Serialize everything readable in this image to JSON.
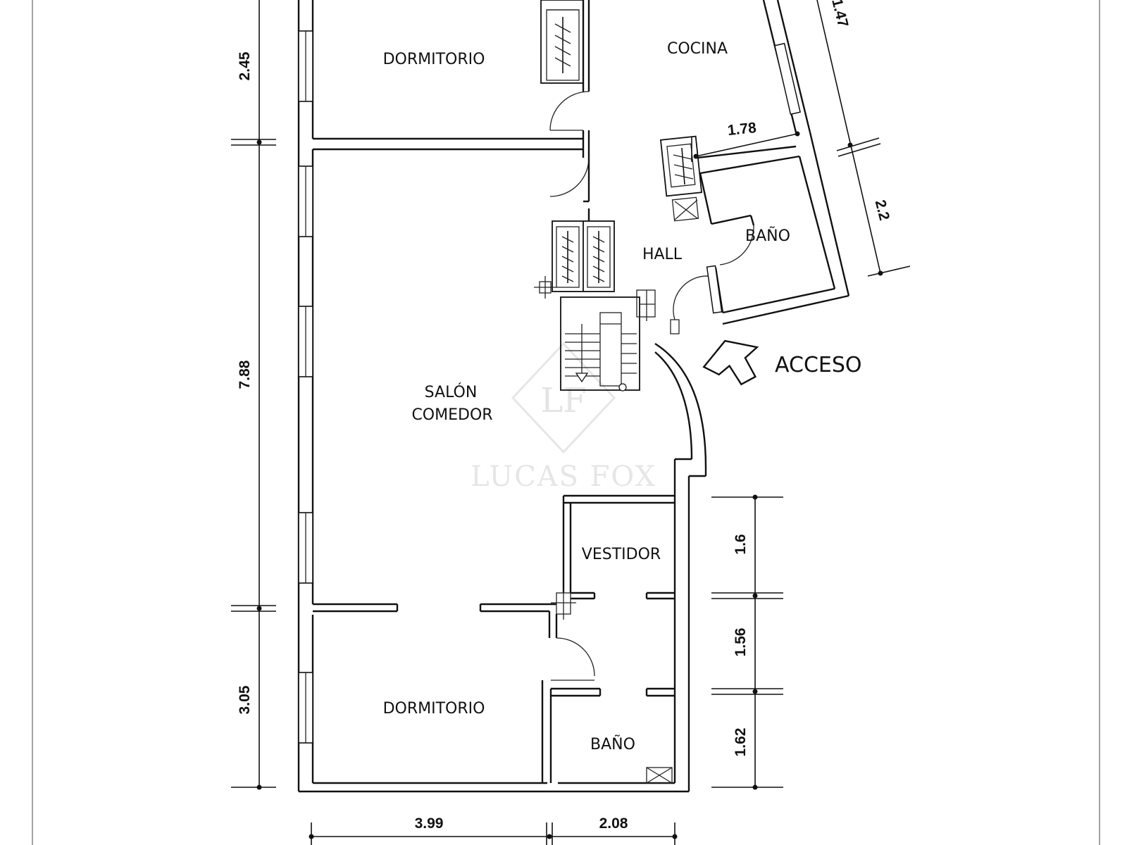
{
  "rooms": {
    "dormitorio_top": "DORMITORIO",
    "cocina": "COCINA",
    "hall": "HALL",
    "bano_top": "BAÑO",
    "salon_line1": "SALÓN",
    "salon_line2": "COMEDOR",
    "vestidor": "VESTIDOR",
    "dormitorio_bottom": "DORMITORIO",
    "bano_bottom": "BAÑO"
  },
  "entrance": {
    "label": "ACCESO"
  },
  "dimensions": {
    "left_top": "2.45",
    "left_middle": "7.88",
    "left_bottom": "3.05",
    "right_top": "1.6",
    "right_middle": "1.56",
    "right_bottom": "1.62",
    "bottom_left": "3.99",
    "bottom_right": "2.08",
    "kitchen_width": "1.78",
    "bath_side": "2.2",
    "top_right_partial": "1.47"
  },
  "watermark": {
    "brand": "LUCAS FOX"
  },
  "icons": [
    "watermark-logo-icon",
    "entrance-arrow-icon",
    "stairs-arrow-icon"
  ]
}
